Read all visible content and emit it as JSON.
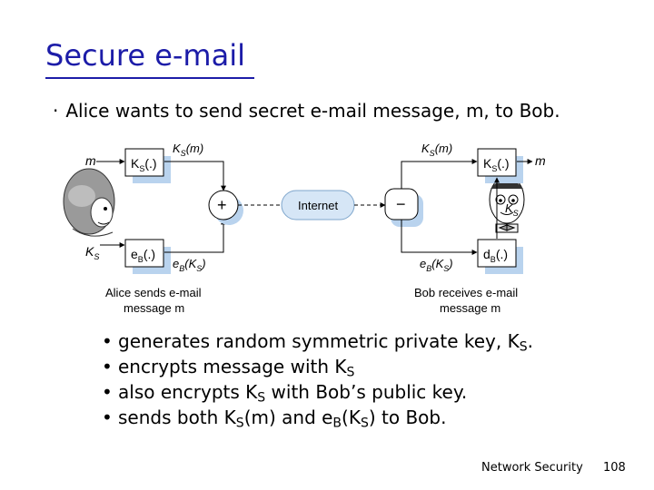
{
  "title": "Secure e-mail",
  "intro": "Alice wants to send secret e-mail message, m, to Bob.",
  "diagram": {
    "m_in": "m",
    "ks_in": "K",
    "ks_in_sub": "S",
    "enc_ks_box": "K",
    "enc_ks_box_sub": "S",
    "enc_ks_box_arg": "(.)",
    "enc_eb_box": "e",
    "enc_eb_box_sub": "B",
    "enc_eb_box_arg": "(.)",
    "ks_m_label_left": "K",
    "ks_m_label_left_sub": "S",
    "ks_m_label_left_arg": "(m)",
    "eb_ks_label_left": "e",
    "eb_ks_label_left_sub": "B",
    "eb_ks_label_left_open": "(K",
    "eb_ks_label_left_sub2": "S",
    "eb_ks_label_left_close": ")",
    "plus": "+",
    "minus": "−",
    "internet": "Internet",
    "ks_m_label_right": "K",
    "ks_m_label_right_sub": "S",
    "ks_m_label_right_arg": "(m)",
    "eb_ks_label_right": "e",
    "eb_ks_label_right_sub": "B",
    "eb_ks_label_right_open": "(K",
    "eb_ks_label_right_sub2": "S",
    "eb_ks_label_right_close": ")",
    "dec_ks_box": "K",
    "dec_ks_box_sub": "S",
    "dec_ks_box_arg": "(.)",
    "dec_db_box": "d",
    "dec_db_box_sub": "B",
    "dec_db_box_arg": "(.)",
    "m_out": "m",
    "ks_mid": "K",
    "ks_mid_sub": "S",
    "alice_caption_1": "Alice sends e-mail",
    "alice_caption_2": "message m",
    "bob_caption_1": "Bob receives e-mail",
    "bob_caption_2": "message m"
  },
  "bullets": {
    "b1": {
      "text": "generates random symmetric private key, K",
      "sub": "S",
      "tail": "."
    },
    "b2": {
      "text": "encrypts message with K",
      "sub": "S"
    },
    "b3": {
      "text": "also encrypts K",
      "sub": "S",
      "tail": " with Bob’s public key."
    },
    "b4": {
      "t1": "sends both K",
      "s1": "S",
      "t2": "(m) and e",
      "s2": "B",
      "t3": "(K",
      "s3": "S",
      "t4": ") to Bob."
    }
  },
  "footer": {
    "label": "Network Security",
    "page": "108"
  },
  "colors": {
    "title": "#1c1ca8",
    "box_shadow": "#b9d3ee",
    "internet_fill": "#d6e6f6"
  }
}
